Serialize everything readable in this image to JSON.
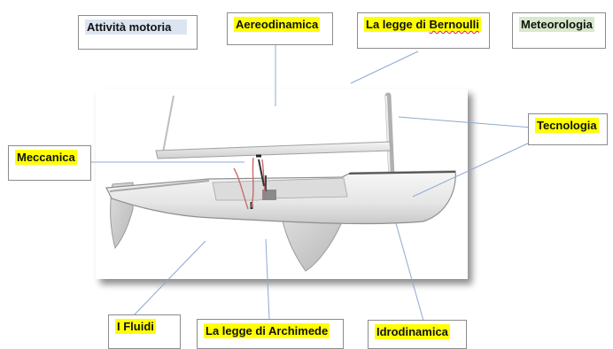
{
  "labels": {
    "attivita_motoria": "Attività motoria",
    "aereodinamica": "Aereodinamica",
    "legge_bernoulli_prefix": "La legge di ",
    "legge_bernoulli_name": "Bernoulli",
    "meteorologia": "Meteorologia",
    "tecnologia": "Tecnologia",
    "meccanica": "Meccanica",
    "i_fluidi": "I Fluidi",
    "legge_archimede": "La legge di Archimede",
    "idrodinamica": "Idrodinamica"
  },
  "colors": {
    "highlight_yellow": "#ffff00",
    "highlight_blue": "#dbe5f1",
    "highlight_green": "#d8e8cc",
    "connector_line": "#8fa9d0"
  }
}
